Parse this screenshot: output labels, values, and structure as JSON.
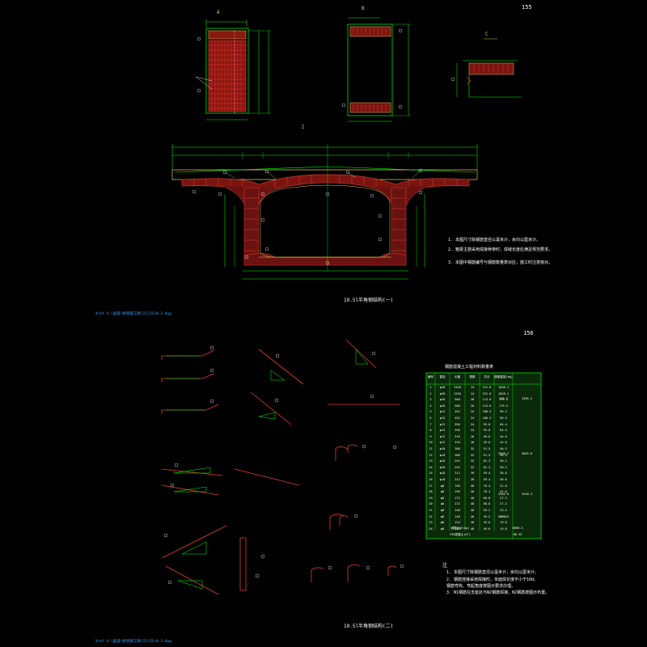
{
  "sheet": {
    "page_top": "155",
    "page_bottom": "156"
  },
  "sections": {
    "section_a": "A",
    "section_b": "B",
    "section_c": "C",
    "section_i": "I"
  },
  "drawing_1": {
    "caption": "19.5l半角钢结构(一)",
    "xref": "Xref X:\\国道\\桥梁施工图\\IS\\IS\\0-3.dwg"
  },
  "drawing_2": {
    "caption": "19.5l半角钢结构(二)",
    "xref": "Xref X:\\国道\\桥梁施工图\\IS\\IS\\0-3.dwg"
  },
  "notes_1": {
    "items": [
      "1. 本图尺寸除钢筋直径以毫米计，余均以厘米计。",
      "2. 箱梁主筋采用焊接骨架时，焊缝长度应满足规范要求。",
      "3. 本图中钢筋编号与钢筋数量表对应，施工时注意核对。"
    ]
  },
  "notes_2": {
    "heading": "注",
    "items": [
      "1. 本图尺寸除钢筋直径以毫米计，余均以厘米计。",
      "2. 钢筋连接采用焊接时，单面焊长度不小于10d。",
      "   钢筋弯钩、弯起角度按图示要求办理。",
      "3. N1钢筋在支座处与N2钢筋焊接，N2钢筋按图示布置。"
    ]
  },
  "table": {
    "title": "钢筋混凝土工程材料数量表",
    "headers": [
      "编号",
      "直径",
      "长度",
      "根数",
      "共长",
      "钢筋重量(kg)"
    ],
    "rows": [
      [
        "1",
        "φ28",
        "1520",
        "14",
        "212.8",
        "1028.1"
      ],
      [
        "2",
        "φ28",
        "1520",
        "14",
        "212.8",
        "1028.1"
      ],
      [
        "3",
        "φ16",
        "568",
        "20",
        "113.6",
        "179.5"
      ],
      [
        "4",
        "φ16",
        "568",
        "20",
        "113.6",
        "179.5"
      ],
      [
        "5",
        "φ12",
        "452",
        "24",
        "108.5",
        "96.3"
      ],
      [
        "6",
        "φ12",
        "452",
        "24",
        "108.5",
        "96.3"
      ],
      [
        "7",
        "φ12",
        "396",
        "24",
        "95.0",
        "84.4"
      ],
      [
        "8",
        "φ12",
        "396",
        "24",
        "95.0",
        "84.4"
      ],
      [
        "9",
        "φ12",
        "310",
        "16",
        "49.6",
        "44.0"
      ],
      [
        "10",
        "φ12",
        "310",
        "16",
        "49.6",
        "44.0"
      ],
      [
        "11",
        "φ10",
        "286",
        "32",
        "91.5",
        "56.5"
      ],
      [
        "12",
        "φ10",
        "286",
        "32",
        "91.5",
        "56.5"
      ],
      [
        "13",
        "φ10",
        "254",
        "32",
        "81.3",
        "50.2"
      ],
      [
        "14",
        "φ10",
        "254",
        "32",
        "81.3",
        "50.2"
      ],
      [
        "15",
        "φ10",
        "212",
        "28",
        "59.4",
        "36.6"
      ],
      [
        "16",
        "φ10",
        "212",
        "28",
        "59.4",
        "36.6"
      ],
      [
        "17",
        "φ8",
        "196",
        "40",
        "78.4",
        "31.0"
      ],
      [
        "18",
        "φ8",
        "196",
        "40",
        "78.4",
        "31.0"
      ],
      [
        "19",
        "φ8",
        "172",
        "40",
        "68.8",
        "27.2"
      ],
      [
        "20",
        "φ8",
        "172",
        "40",
        "68.8",
        "27.2"
      ],
      [
        "21",
        "φ8",
        "148",
        "40",
        "59.2",
        "23.4"
      ],
      [
        "22",
        "φ8",
        "148",
        "40",
        "59.2",
        "23.4"
      ],
      [
        "23",
        "φ8",
        "124",
        "40",
        "49.6",
        "19.6"
      ],
      [
        "24",
        "φ8",
        "124",
        "40",
        "49.6",
        "19.6"
      ]
    ],
    "right_col": [
      "342.7",
      "3368.2",
      "3346.0",
      "5418.3"
    ],
    "right_col2": [
      "1395.2",
      "2865.6",
      "3418.3"
    ],
    "totals": [
      "钢筋合计(kg)",
      "6890.3"
    ],
    "totals2": [
      "C50混凝土(m³)",
      "86.35"
    ]
  }
}
